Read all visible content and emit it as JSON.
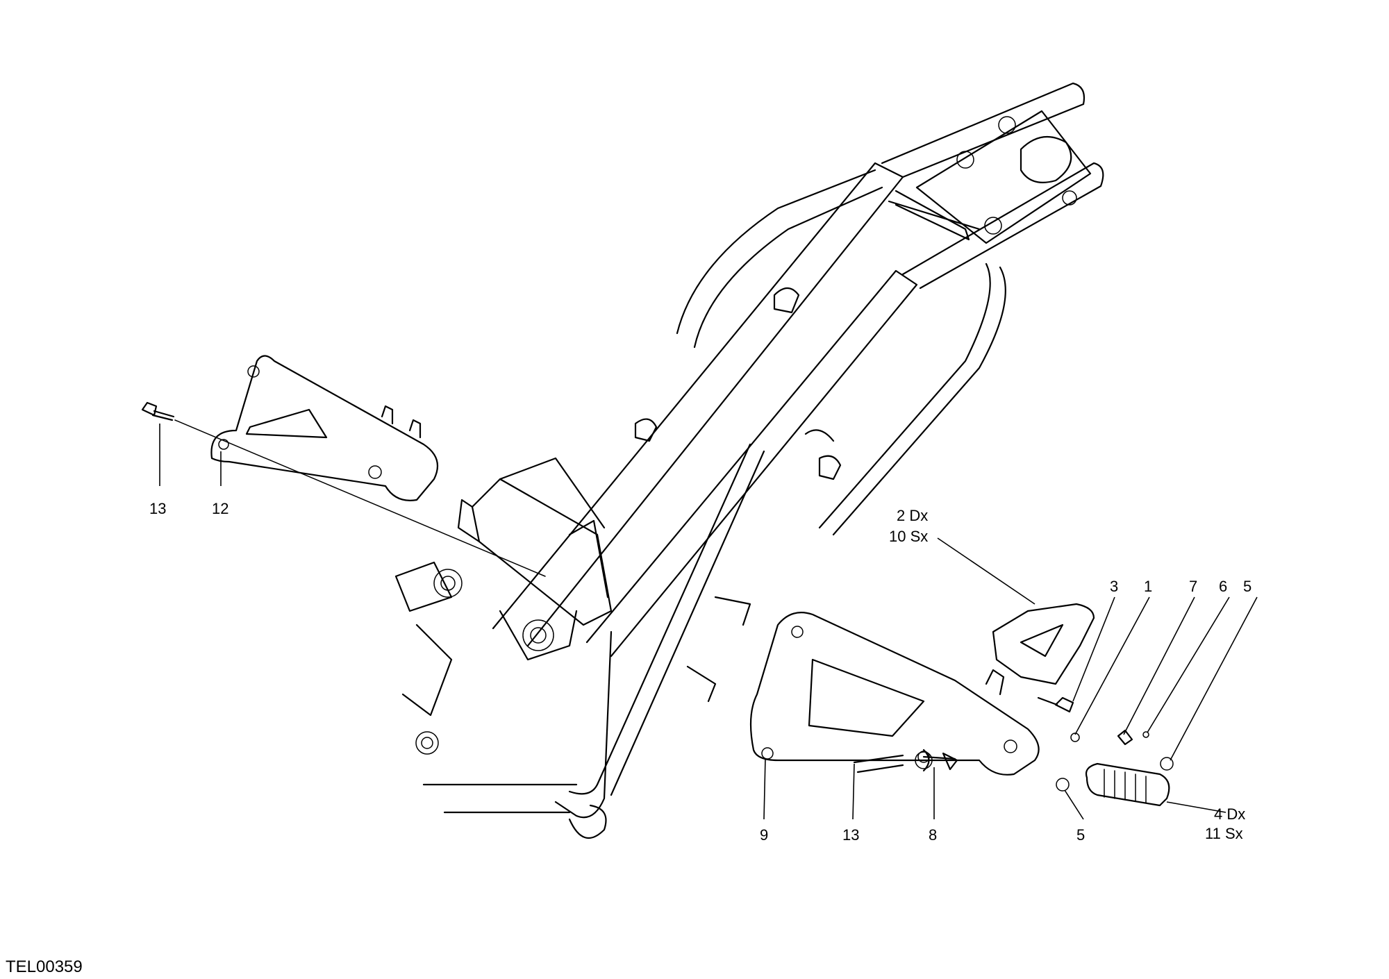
{
  "drawing_code": "TEL00359",
  "callouts": {
    "c13_left": "13",
    "c12": "12",
    "c2_dx": "2 Dx",
    "c10_sx": "10 Sx",
    "c3": "3",
    "c1": "1",
    "c7": "7",
    "c6": "6",
    "c5_top": "5",
    "c9": "9",
    "c13_bottom": "13",
    "c8": "8",
    "c5_bottom": "5",
    "c4_dx": "4 Dx",
    "c11_sx": "11 Sx"
  }
}
